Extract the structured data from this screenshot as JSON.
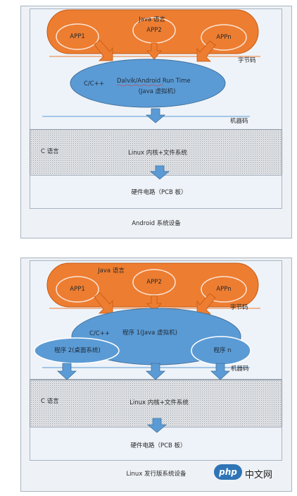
{
  "diagram1": {
    "java_label": "Java 语言",
    "app1": "APP1",
    "app2": "APP2",
    "appn": "APPn",
    "bytecode": "字节码",
    "cc": "C/C++",
    "runtime_line1": "Dalvik/Android Run Time",
    "runtime_line2": "(Java 虚拟机)",
    "machine_code": "机器码",
    "c_lang": "C 语言",
    "kernel": "Linux 内核+文件系统",
    "hardware": "硬件电路（PCB 板）",
    "caption": "Android 系统设备"
  },
  "diagram2": {
    "java_label": "Java 语言",
    "app1": "APP1",
    "app2": "APP2",
    "appn": "APPn",
    "bytecode": "字节码",
    "cc": "C/C++",
    "program1": "程序 1(Java 虚拟机)",
    "program2": "程序 2(桌面系统)",
    "programn": "程序 n",
    "machine_code": "机器码",
    "c_lang": "C 语言",
    "kernel": "Linux 内核+文件系统",
    "hardware": "硬件电路（PCB 板）",
    "caption": "Linux 发行版系统设备"
  },
  "watermark": {
    "logo": "php",
    "text": "中文网"
  },
  "colors": {
    "orange": "#ed7d31",
    "blue": "#5b9bd5",
    "panel_border": "#a9b4c2"
  }
}
